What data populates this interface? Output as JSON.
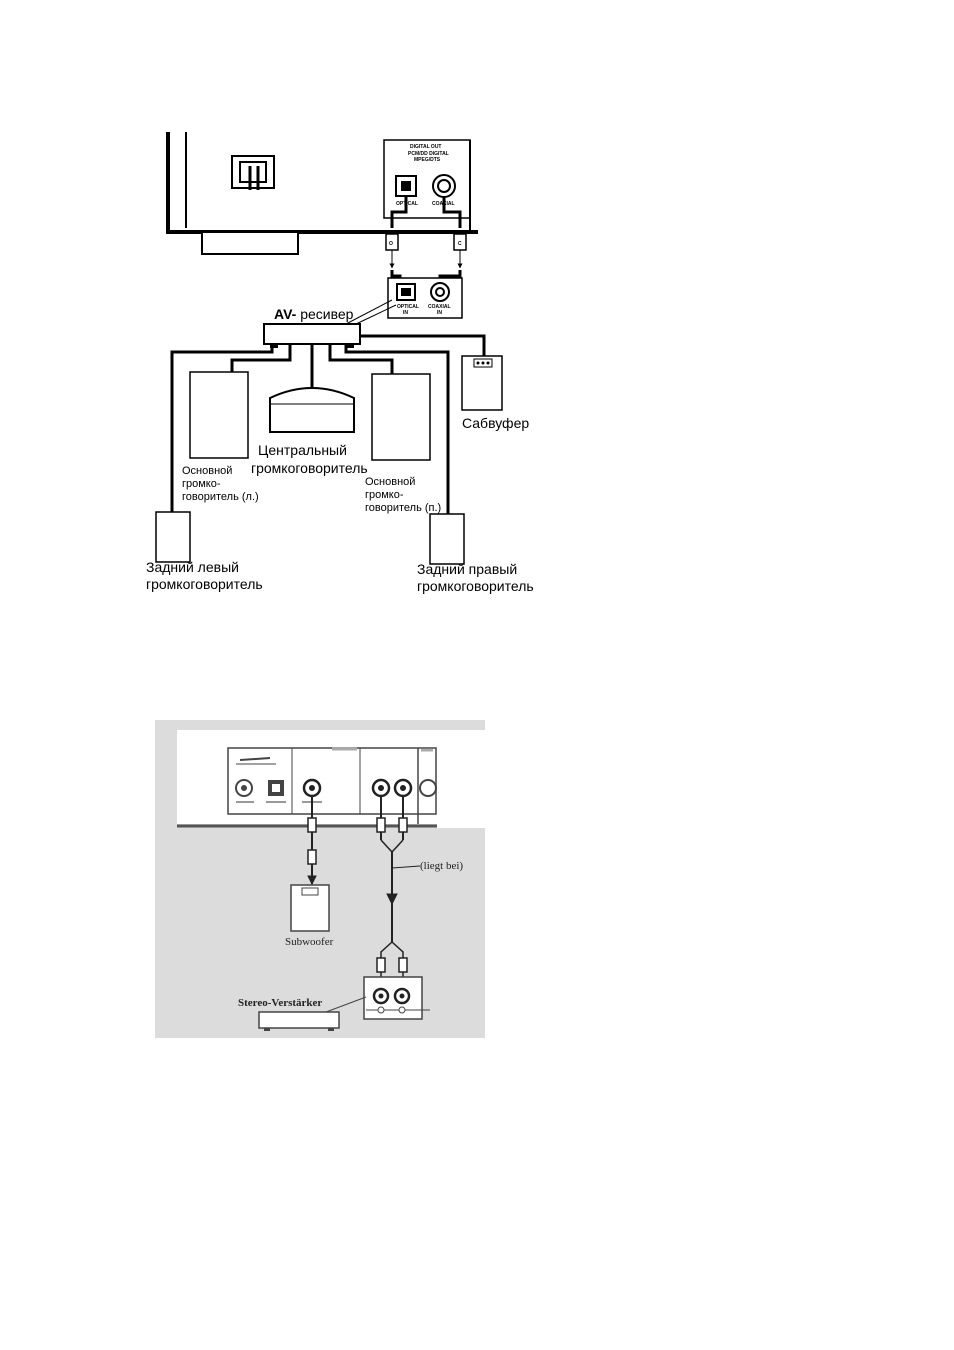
{
  "diagram1": {
    "digital_out": {
      "title": "DIGITAL OUT",
      "subtitle_line1": "PCM/DD DIGITAL",
      "subtitle_line2": "MPEG/DTS",
      "optical": "OPTICAL",
      "coaxial": "COAXIAL"
    },
    "plug_optical": "O",
    "plug_coaxial": "C",
    "receiver_in": {
      "optical_line1": "OPTICAL",
      "optical_line2": "IN",
      "coaxial_line1": "COAXIAL",
      "coaxial_line2": "IN"
    },
    "av_receiver_prefix": "AV-",
    "av_receiver_rest": " ресивер",
    "subwoofer": "Сабвуфер",
    "center_line1": "Центральный",
    "center_line2": "громкоговоритель",
    "front_left_line1": "Основной",
    "front_left_line2": "громко-",
    "front_left_line3": "говоритель (л.)",
    "front_right_line1": "Основной",
    "front_right_line2": "громко-",
    "front_right_line3": "говоритель (п.)",
    "rear_left_line1": "Задний левый",
    "rear_left_line2": "громкоговоритель",
    "rear_right_line1": "Задний правый",
    "rear_right_line2": "громкоговоритель"
  },
  "diagram2": {
    "cable_note": "(liegt bei)",
    "subwoofer": "Subwoofer",
    "stereo_amp": "Stereo-Verstärker",
    "background_color": "#dcdcdc"
  }
}
